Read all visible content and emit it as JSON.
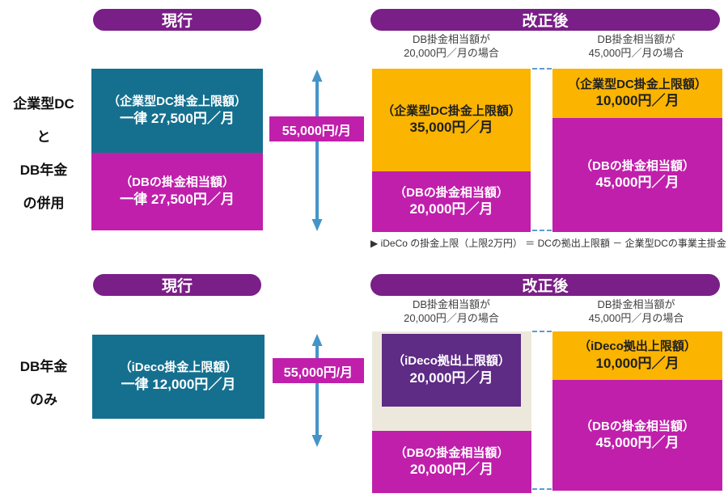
{
  "colors": {
    "header_purple": "#7a1f87",
    "teal": "#15708f",
    "magenta": "#c01fab",
    "orange": "#fbb400",
    "deep_purple": "#5e2b85",
    "beige": "#ece9dc",
    "arrow_blue": "#4594c7",
    "dash_blue": "#5b9bd5",
    "caption_gray": "#404040"
  },
  "sections": [
    {
      "row_label_lines": [
        "企業型DC",
        "と",
        "DB年金",
        "の併用"
      ],
      "current_header": "現行",
      "revised_header": "改正後",
      "total_label": "55,000円/月",
      "current_segments": [
        {
          "title": "（企業型DC掛金上限額）",
          "value": "一律 27,500円／月"
        },
        {
          "title": "（DBの掛金相当額）",
          "value": "一律 27,500円／月"
        }
      ],
      "case1": {
        "caption1": "DB掛金相当額が",
        "caption2": "20,000円／月の場合",
        "top": {
          "title": "（企業型DC掛金上限額）",
          "value": "35,000円／月"
        },
        "bottom": {
          "title": "（DBの掛金相当額）",
          "value": "20,000円／月"
        }
      },
      "case2": {
        "caption1": "DB掛金相当額が",
        "caption2": "45,000円／月の場合",
        "top": {
          "title": "（企業型DC掛金上限額）",
          "value": "10,000円／月"
        },
        "bottom": {
          "title": "（DBの掛金相当額）",
          "value": "45,000円／月"
        }
      },
      "note": "▶ iDeCo の掛金上限（上限2万円） ＝ DCの拠出上限額 － 企業型DCの事業主掛金"
    },
    {
      "row_label_lines": [
        "DB年金",
        "のみ"
      ],
      "current_header": "現行",
      "revised_header": "改正後",
      "total_label": "55,000円/月",
      "current_segments": [
        {
          "title": "（iDeco掛金上限額）",
          "value": "一律 12,000円／月"
        }
      ],
      "case1": {
        "caption1": "DB掛金相当額が",
        "caption2": "20,000円／月の場合",
        "top": {
          "title": "（iDeco拠出上限額）",
          "value": "20,000円／月"
        },
        "bottom": {
          "title": "（DBの掛金相当額）",
          "value": "20,000円／月"
        }
      },
      "case2": {
        "caption1": "DB掛金相当額が",
        "caption2": "45,000円／月の場合",
        "top": {
          "title": "（iDeco拠出上限額）",
          "value": "10,000円／月"
        },
        "bottom": {
          "title": "（DBの掛金相当額）",
          "value": "45,000円／月"
        }
      }
    }
  ]
}
